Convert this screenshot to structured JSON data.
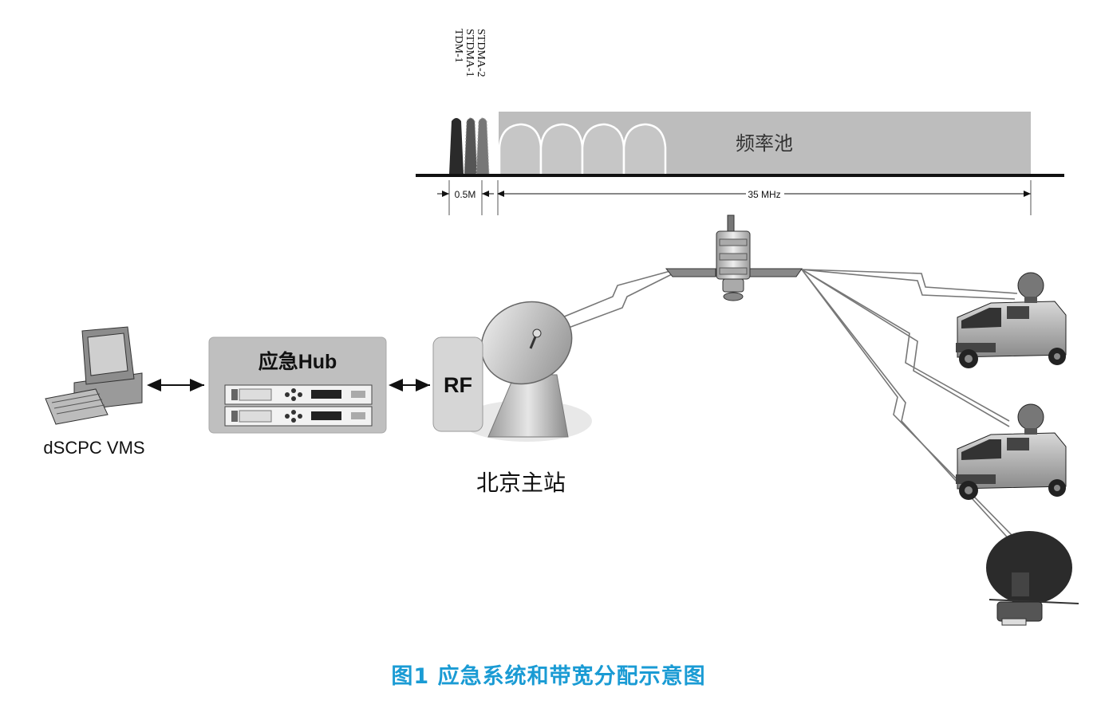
{
  "spectrum": {
    "carriers": [
      "STDMA-2",
      "STDMA-1",
      "TDM-1"
    ],
    "pool_label": "频率池",
    "small_bw_label": "0.5M",
    "large_bw_label": "35 MHz"
  },
  "nodes": {
    "vms_label": "dSCPC VMS",
    "hub_label_cn": "应急",
    "hub_label_en": "Hub",
    "rf_label": "RF",
    "station_label": "北京主站"
  },
  "caption": "图1 应急系统和带宽分配示意图"
}
